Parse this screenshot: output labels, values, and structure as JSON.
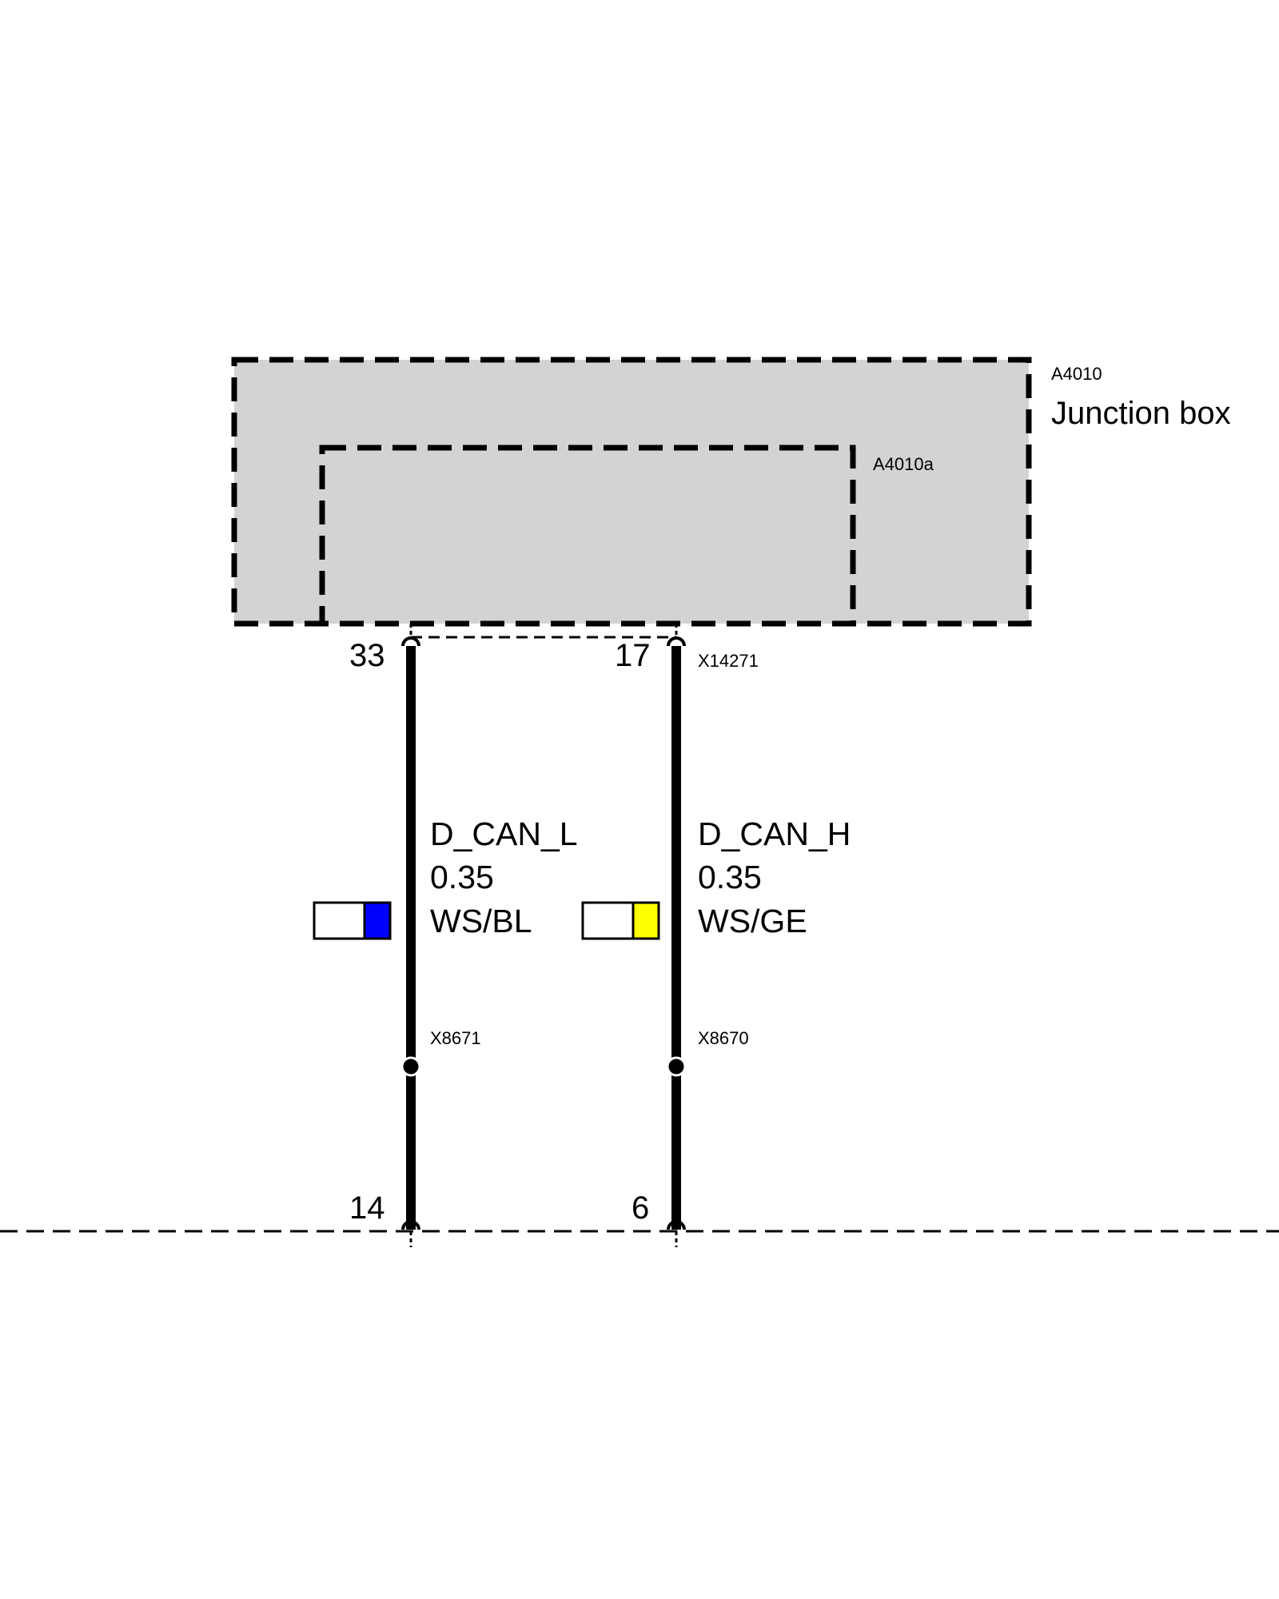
{
  "component": {
    "id": "A4010",
    "name": "Junction box",
    "sub_id": "A4010a",
    "fill_color": "#d3d3d3"
  },
  "connectors": {
    "top": "X14271",
    "left_splice": "X8671",
    "right_splice": "X8670"
  },
  "wires": [
    {
      "name": "D_CAN_L",
      "cross_section": "0.35",
      "color_code": "WS/BL",
      "pin_top": "33",
      "pin_bottom": "14",
      "swatch_colors": [
        "#ffffff",
        "#0000ff"
      ]
    },
    {
      "name": "D_CAN_H",
      "cross_section": "0.35",
      "color_code": "WS/GE",
      "pin_top": "17",
      "pin_bottom": "6",
      "swatch_colors": [
        "#ffffff",
        "#ffff00"
      ]
    }
  ]
}
